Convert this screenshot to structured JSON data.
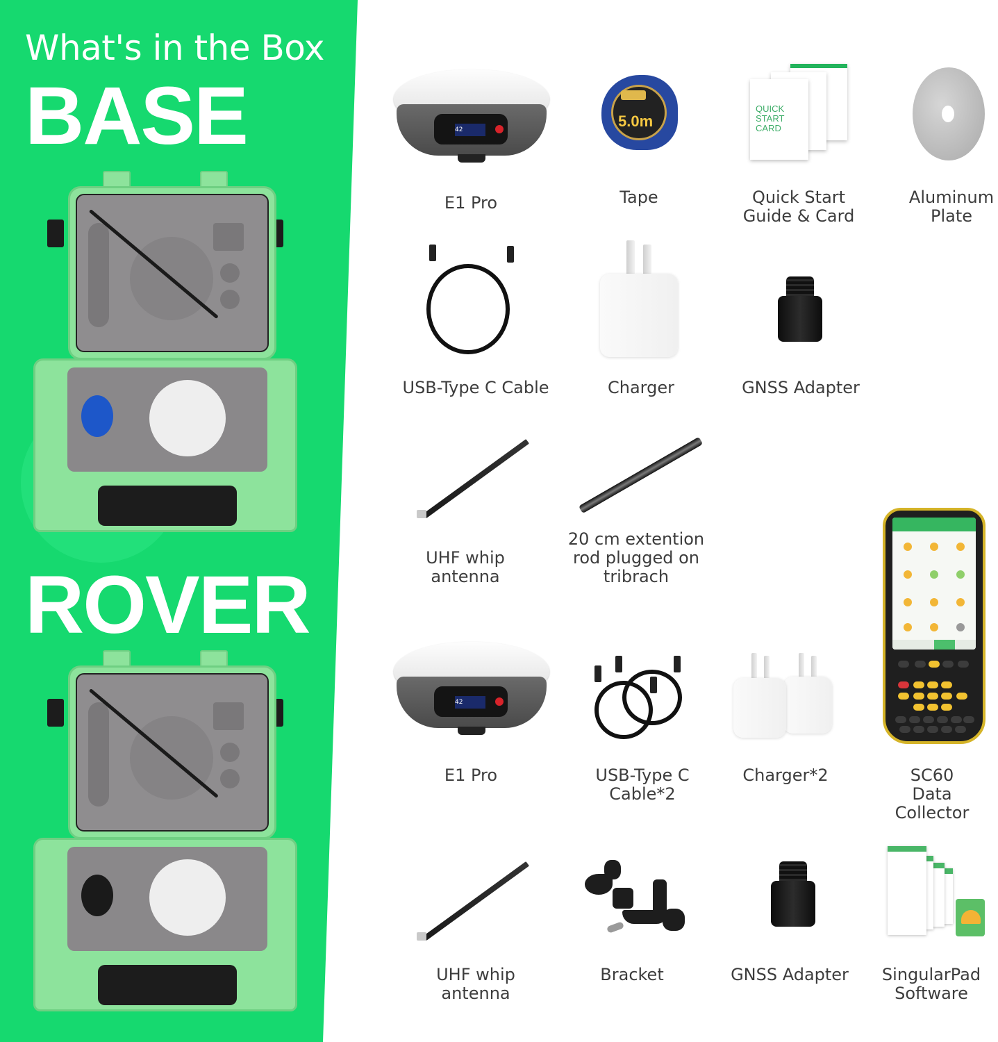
{
  "panel": {
    "heading": "What's in the Box",
    "sections": [
      {
        "id": "base",
        "title": "BASE"
      },
      {
        "id": "rover",
        "title": "ROVER"
      }
    ],
    "accent_color": "#16d96f"
  },
  "base_items": [
    {
      "id": "e1-pro",
      "label": "E1 Pro",
      "icon": "gnss-receiver-icon"
    },
    {
      "id": "tape",
      "label": "Tape",
      "icon": "tape-measure-icon",
      "detail": "5.0m"
    },
    {
      "id": "quick-start",
      "label": "Quick Start\nGuide & Card",
      "icon": "document-icon",
      "detail": "QUICK START\nCARD"
    },
    {
      "id": "aluminum-plate",
      "label": "Aluminum\nPlate",
      "icon": "disc-plate-icon"
    },
    {
      "id": "usb-cable",
      "label": "USB-Type C Cable",
      "icon": "usb-cable-icon"
    },
    {
      "id": "charger",
      "label": "Charger",
      "icon": "power-adapter-icon"
    },
    {
      "id": "gnss-adapter",
      "label": "GNSS Adapter",
      "icon": "thread-adapter-icon"
    },
    {
      "id": "uhf-antenna",
      "label": "UHF whip\nantenna",
      "icon": "antenna-icon"
    },
    {
      "id": "extension-rod",
      "label": "20 cm extention\nrod plugged on\ntribrach",
      "icon": "extension-rod-icon"
    }
  ],
  "rover_items": [
    {
      "id": "e1-pro",
      "label": "E1 Pro",
      "icon": "gnss-receiver-icon"
    },
    {
      "id": "usb-cable-2",
      "label": "USB-Type C\nCable*2",
      "icon": "usb-cable-icon"
    },
    {
      "id": "charger-2",
      "label": "Charger*2",
      "icon": "power-adapter-icon"
    },
    {
      "id": "sc60",
      "label": "SC60\nData Collector",
      "icon": "handheld-controller-icon"
    },
    {
      "id": "uhf-antenna",
      "label": "UHF whip\nantenna",
      "icon": "antenna-icon"
    },
    {
      "id": "bracket",
      "label": "Bracket",
      "icon": "pole-bracket-icon"
    },
    {
      "id": "gnss-adapter",
      "label": "GNSS Adapter",
      "icon": "thread-adapter-icon"
    },
    {
      "id": "software",
      "label": "SingularPad\nSoftware",
      "icon": "software-app-icon"
    }
  ],
  "receiver_screen_value": "42"
}
